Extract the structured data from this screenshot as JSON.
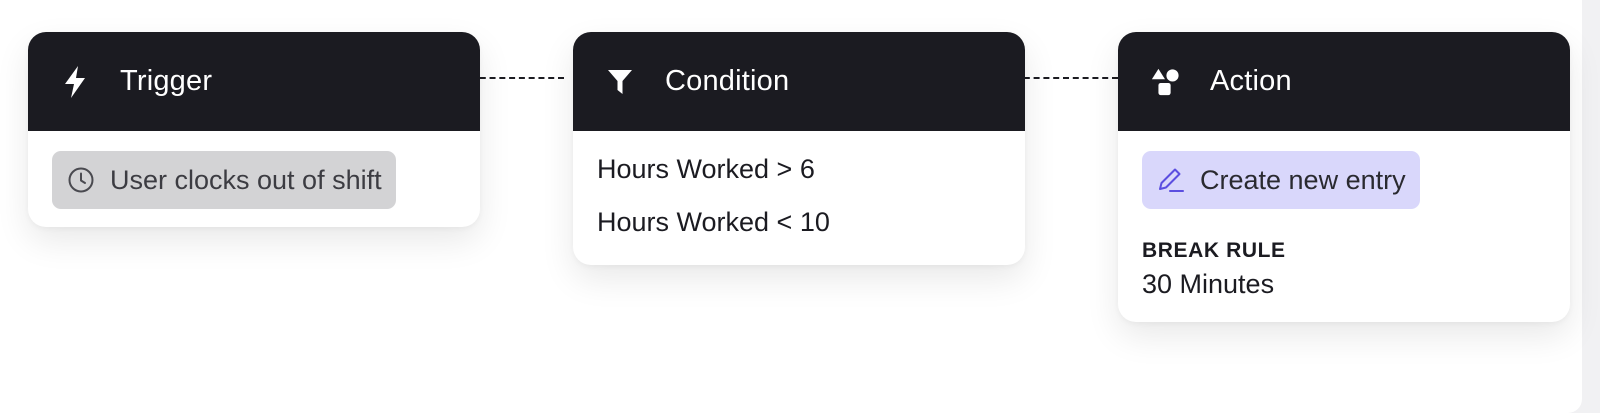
{
  "workflow": {
    "trigger": {
      "title": "Trigger",
      "icon": "lightning-bolt-icon",
      "event_label": "User clocks out of shift",
      "event_icon": "clock-icon"
    },
    "condition": {
      "title": "Condition",
      "icon": "filter-funnel-icon",
      "rules": [
        "Hours Worked > 6",
        "Hours Worked < 10"
      ]
    },
    "action": {
      "title": "Action",
      "icon": "shapes-icon",
      "action_label": "Create new entry",
      "action_icon": "pencil-icon",
      "field_label": "BREAK RULE",
      "field_value": "30 Minutes"
    }
  },
  "colors": {
    "header_bg": "#1b1b21",
    "trigger_pill_bg": "#d3d3d5",
    "action_pill_bg": "#d9d7fb",
    "accent_purple": "#5b4ee0"
  }
}
